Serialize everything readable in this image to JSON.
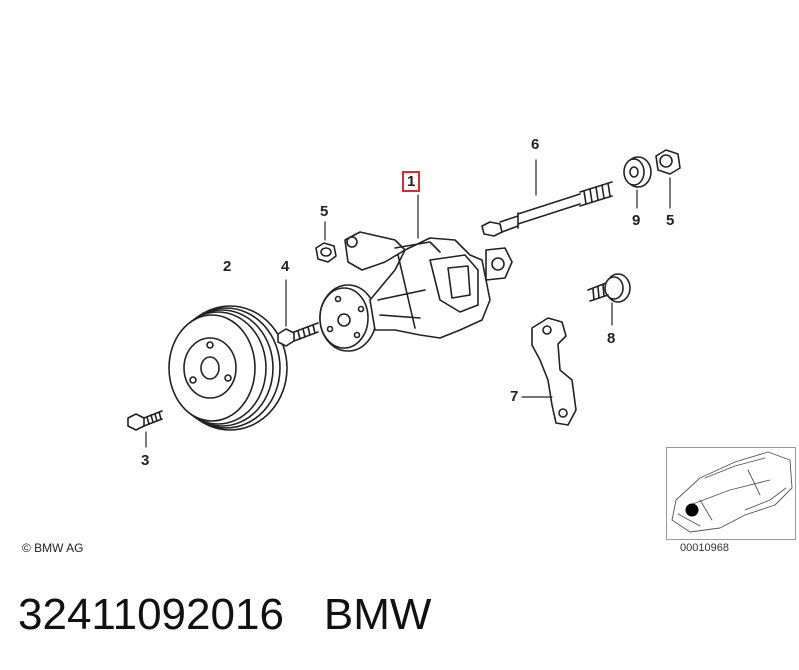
{
  "diagram": {
    "callouts": [
      {
        "id": "part-1",
        "label": "1",
        "highlighted": true
      },
      {
        "id": "part-2",
        "label": "2",
        "highlighted": false
      },
      {
        "id": "part-3",
        "label": "3",
        "highlighted": false
      },
      {
        "id": "part-4",
        "label": "4",
        "highlighted": false
      },
      {
        "id": "part-5a",
        "label": "5",
        "highlighted": false
      },
      {
        "id": "part-5b",
        "label": "5",
        "highlighted": false
      },
      {
        "id": "part-6",
        "label": "6",
        "highlighted": false
      },
      {
        "id": "part-7",
        "label": "7",
        "highlighted": false
      },
      {
        "id": "part-8",
        "label": "8",
        "highlighted": false
      },
      {
        "id": "part-9",
        "label": "9",
        "highlighted": false
      }
    ],
    "highlight_color": "#d32f2f",
    "copyright": "© BMW AG",
    "thumbnail_ref": "00010968"
  },
  "footer": {
    "part_number": "32411092016",
    "brand": "BMW"
  }
}
